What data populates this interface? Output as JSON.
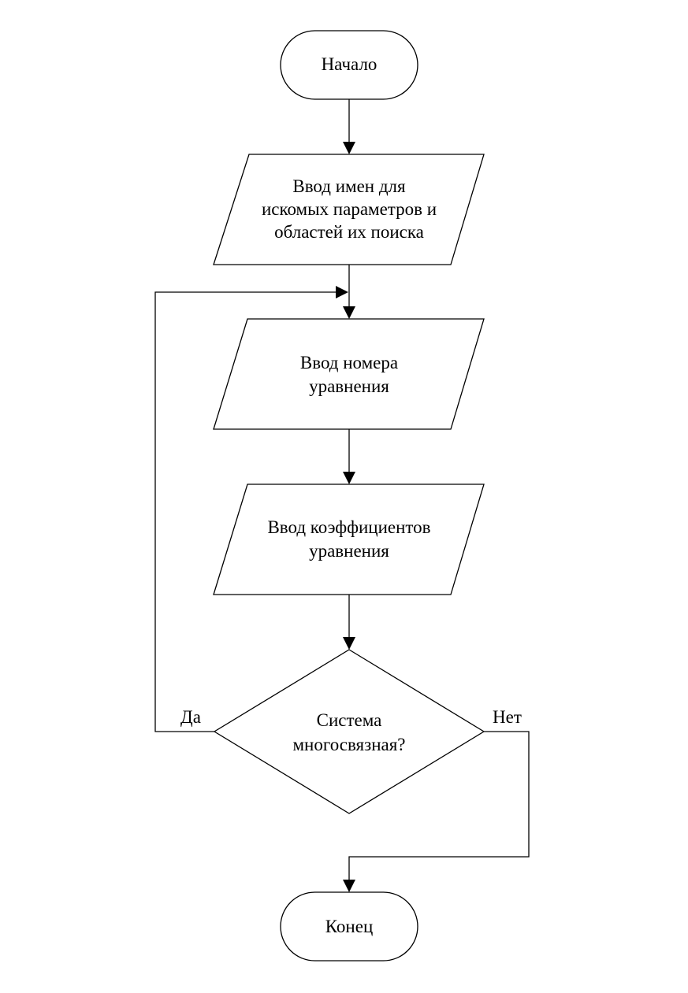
{
  "flowchart": {
    "start": {
      "label": "Начало"
    },
    "input_names": {
      "lines": [
        "Ввод имен для",
        "искомых параметров и",
        "областей их поиска"
      ]
    },
    "input_equation_number": {
      "lines": [
        "Ввод номера",
        "уравнения"
      ]
    },
    "input_coefficients": {
      "lines": [
        "Ввод коэффициентов",
        "уравнения"
      ]
    },
    "decision": {
      "lines": [
        "Система",
        "многосвязная?"
      ],
      "yes_label": "Да",
      "no_label": "Нет"
    },
    "end": {
      "label": "Конец"
    }
  }
}
